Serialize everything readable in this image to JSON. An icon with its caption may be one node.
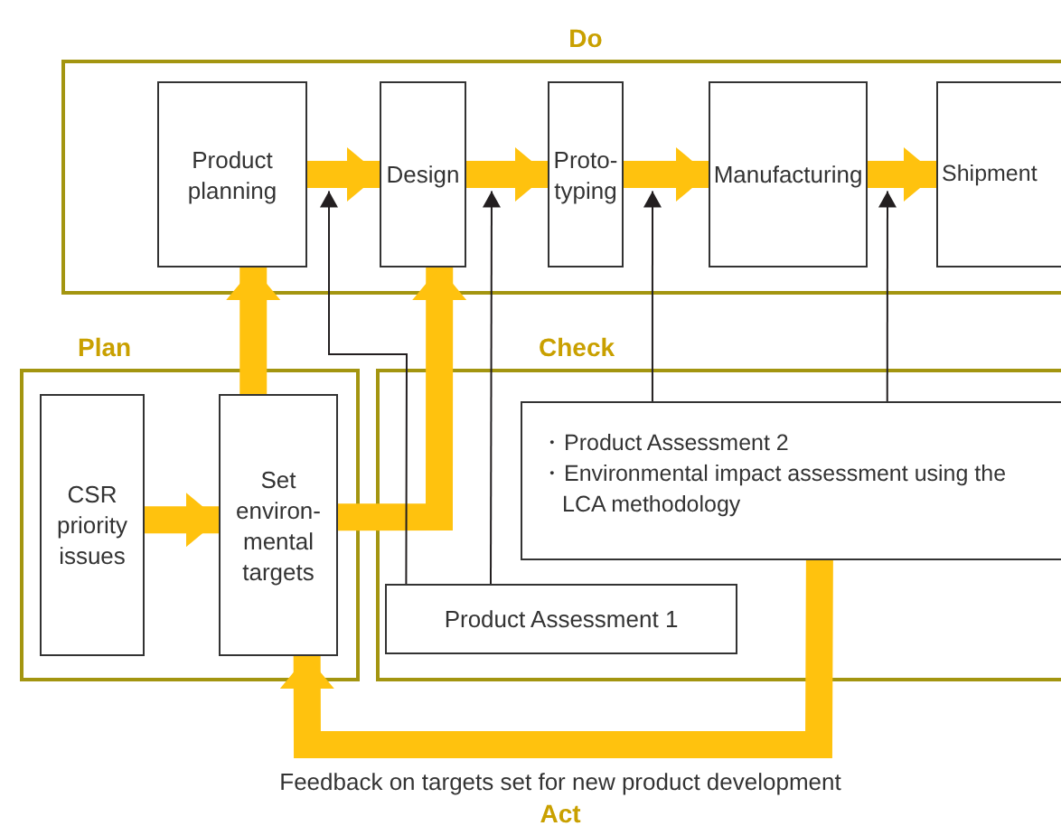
{
  "diagram": {
    "nodes": [
      {
        "text": [
          "Do"
        ]
      },
      {
        "text": [
          "Product planning"
        ],
        "in": 0
      },
      {
        "text": [
          "Design"
        ],
        "in": 0
      },
      {
        "text": [
          "Proto-typing"
        ],
        "in": 0
      },
      {
        "text": [
          "Manufacturing"
        ],
        "in": 0
      },
      {
        "text": [
          "Shipment"
        ],
        "in": 0
      },
      {
        "text": [
          "Plan"
        ]
      },
      {
        "text": [
          "CSR priority issues"
        ],
        "in": 6
      },
      {
        "text": [
          "Set environ-mental targets"
        ],
        "in": 6
      },
      {
        "text": [
          "Check"
        ]
      },
      {
        "text": [
          "・Product Assessment 2",
          "・Environmental impact assessment using the LCA methodology"
        ],
        "in": 9
      },
      {
        "text": [
          "Product Assessment 1"
        ],
        "in": 9
      }
    ],
    "edges": [
      {
        "from": 1,
        "to": 2,
        "arrow": "to"
      },
      {
        "from": 2,
        "to": 3,
        "arrow": "to"
      },
      {
        "from": 3,
        "to": 4,
        "arrow": "to"
      },
      {
        "from": 4,
        "to": 5,
        "arrow": "to"
      },
      {
        "from": 7,
        "to": 8,
        "arrow": "to"
      },
      {
        "from": 8,
        "to": 1,
        "arrow": "to"
      },
      {
        "from": 8,
        "to": 2,
        "arrow": "to"
      },
      {
        "from": 10,
        "to": 8,
        "arrow": "to"
      },
      {
        "from": 11,
        "to": 1,
        "arrow": "to",
        "color": "#231f20"
      },
      {
        "from": 11,
        "to": 2,
        "arrow": "to",
        "color": "#231f20"
      },
      {
        "from": 10,
        "to": 3,
        "arrow": "to",
        "color": "#231f20"
      },
      {
        "from": 10,
        "to": 4,
        "arrow": "to",
        "color": "#231f20"
      }
    ],
    "labels": [
      "Feedback on targets set for new product development",
      "Act"
    ]
  }
}
